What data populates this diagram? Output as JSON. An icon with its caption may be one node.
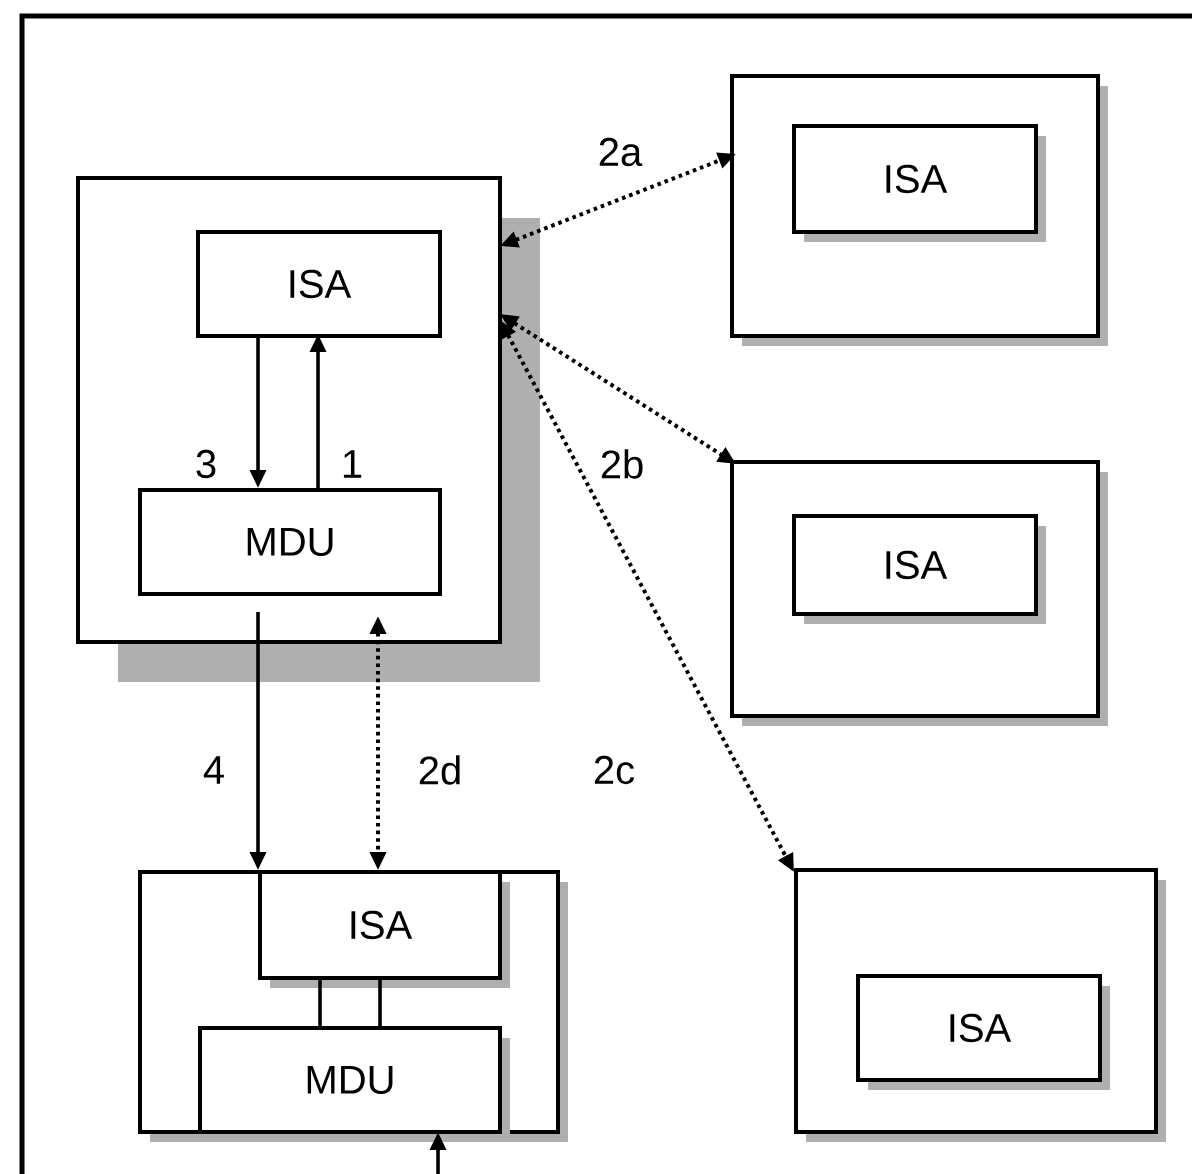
{
  "diagram": {
    "nodes": [
      {
        "text": [],
        "shape": "box"
      },
      {
        "text": [
          "ISA"
        ],
        "in": 0
      },
      {
        "text": [
          "MDU"
        ],
        "in": 0
      },
      {
        "text": [],
        "shape": "box"
      },
      {
        "text": [
          "ISA"
        ],
        "in": 3
      },
      {
        "text": [],
        "shape": "box"
      },
      {
        "text": [
          "ISA"
        ],
        "in": 5
      },
      {
        "text": [],
        "shape": "box"
      },
      {
        "text": [
          "ISA"
        ],
        "in": 7
      },
      {
        "text": [],
        "shape": "box"
      },
      {
        "text": [
          "ISA"
        ],
        "in": 9
      },
      {
        "text": [
          "MDU"
        ],
        "in": 9
      }
    ],
    "edges": [
      {
        "from": 1,
        "to": 2,
        "arrow": "to",
        "label": "3"
      },
      {
        "from": 2,
        "to": 1,
        "arrow": "to",
        "label": "1"
      },
      {
        "from": 0,
        "to": 3,
        "arrow": "both",
        "label": "2a",
        "style": "dashed"
      },
      {
        "from": 0,
        "to": 5,
        "arrow": "both",
        "label": "2b",
        "style": "dashed"
      },
      {
        "from": 0,
        "to": 7,
        "arrow": "both",
        "label": "2c",
        "style": "dashed"
      },
      {
        "from": 2,
        "to": 10,
        "arrow": "to",
        "label": "4"
      },
      {
        "from": 2,
        "to": 10,
        "arrow": "both",
        "label": "2d",
        "style": "dashed"
      },
      {
        "from": 10,
        "to": 11,
        "arrow": "none"
      },
      {
        "from": 10,
        "to": 11,
        "arrow": "none"
      },
      {
        "from": null,
        "to": 11,
        "arrow": "to"
      }
    ]
  }
}
